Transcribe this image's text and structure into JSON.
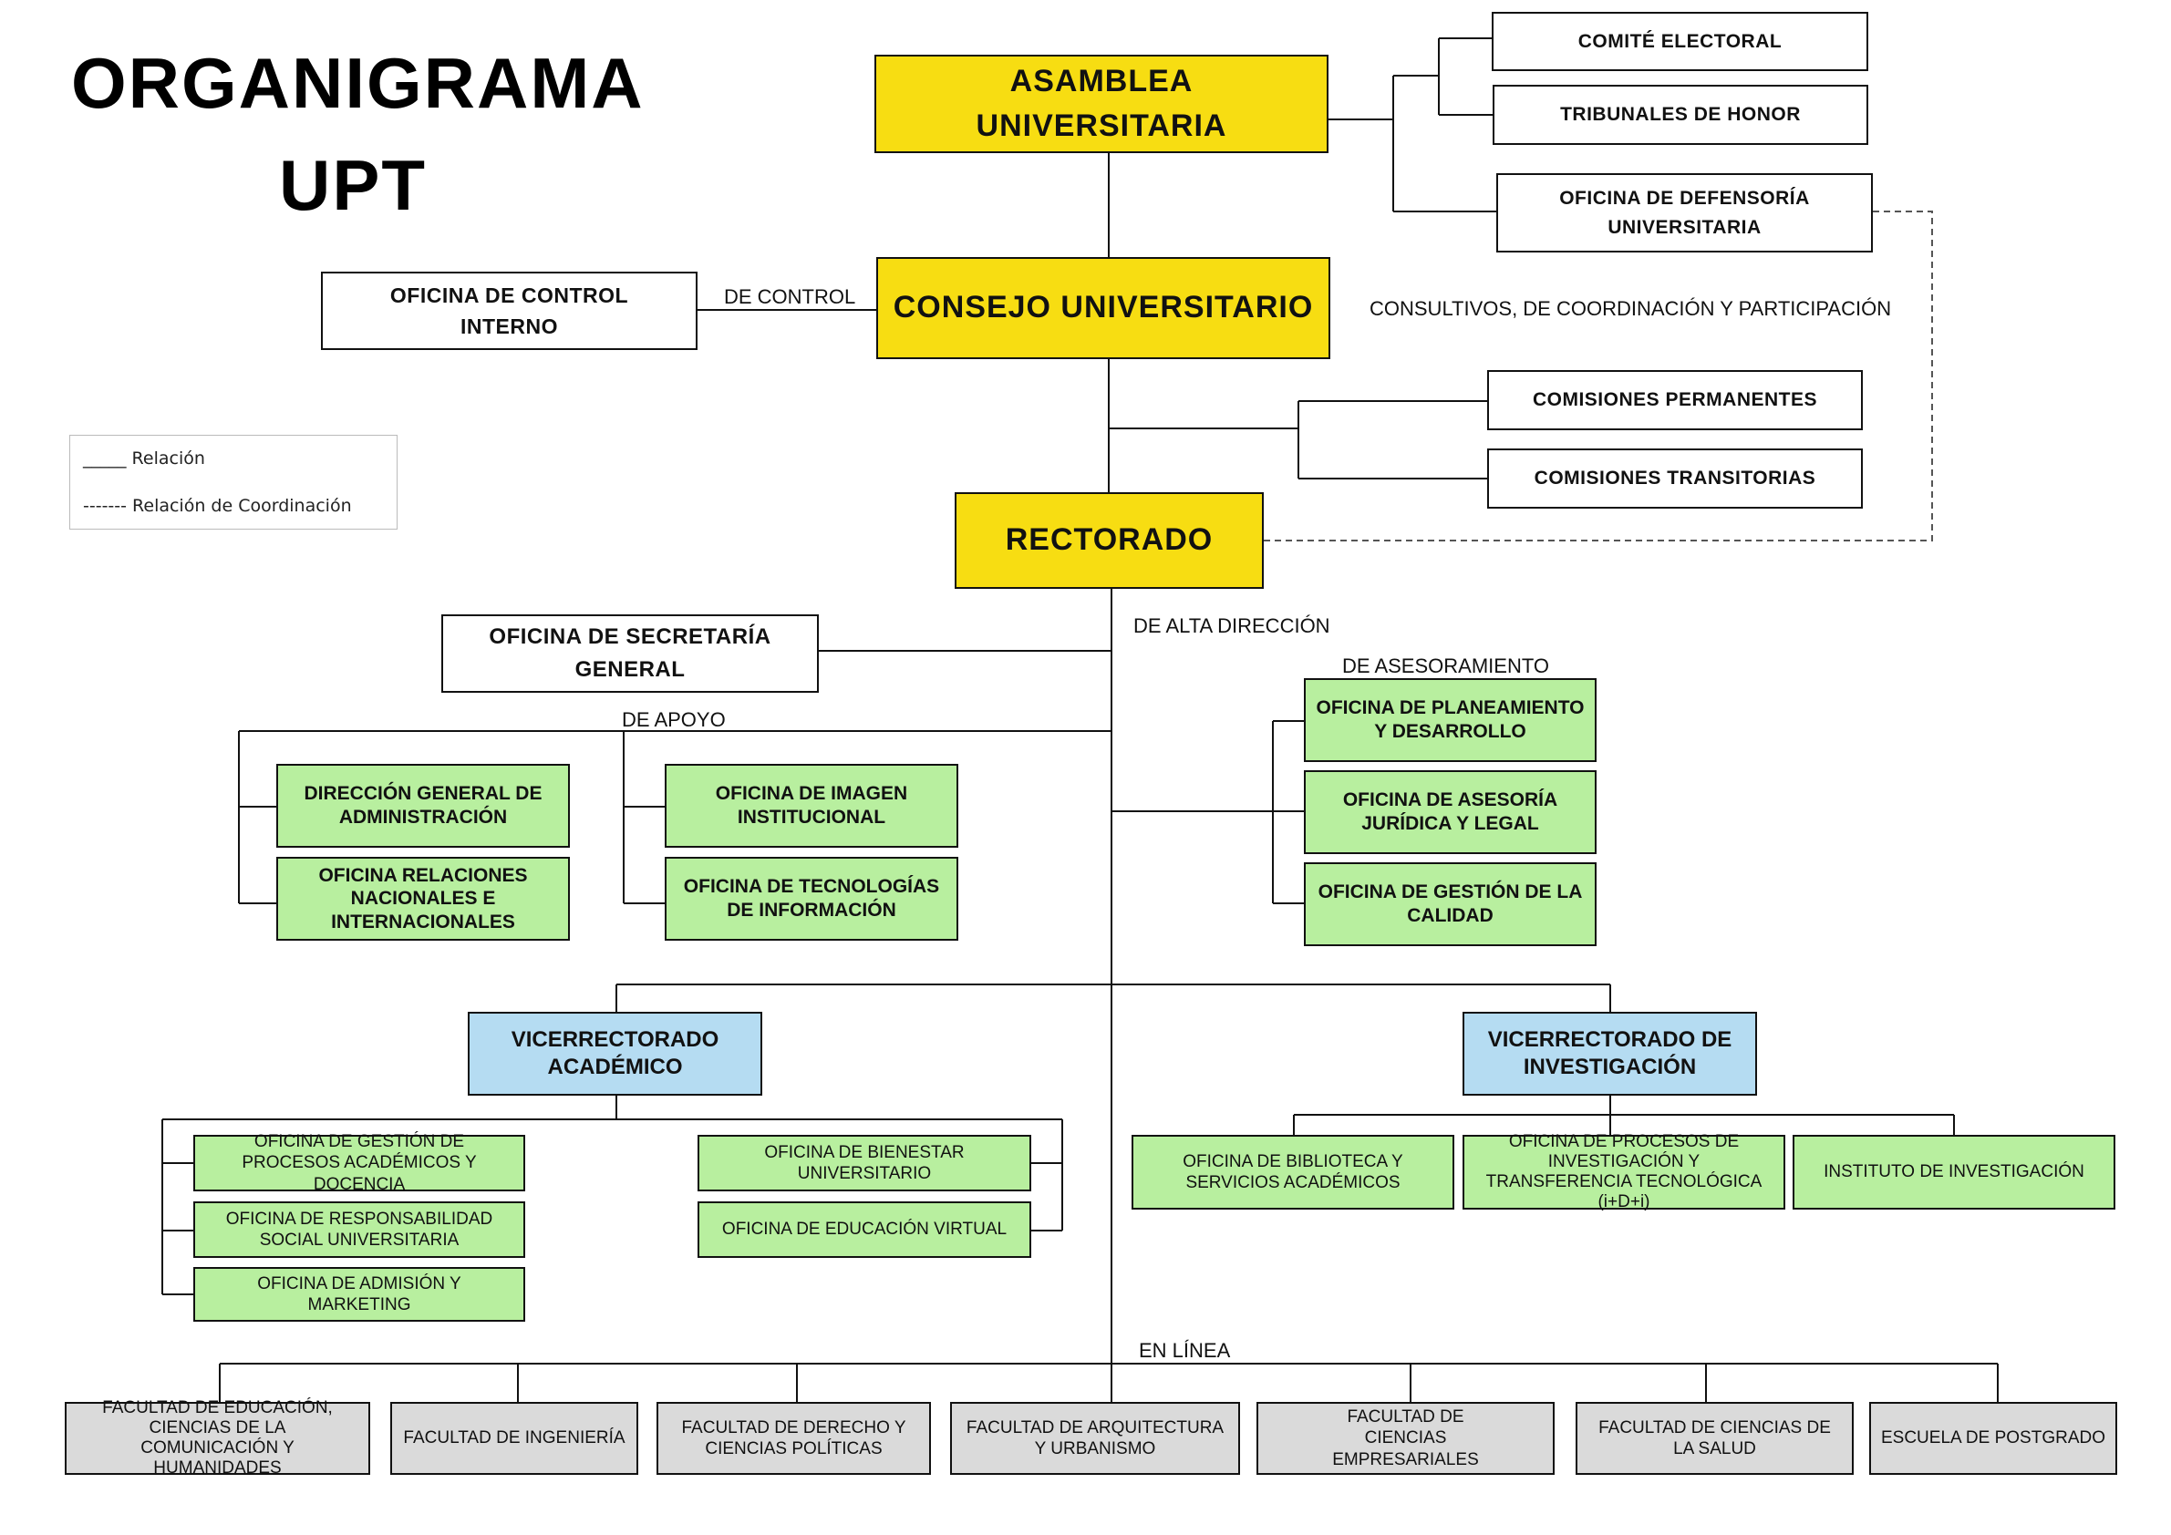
{
  "title": {
    "line1": "ORGANIGRAMA",
    "line2": "UPT"
  },
  "legend": {
    "relation": "_____ Relación",
    "coordination": "------- Relación de Coordinación"
  },
  "labels": {
    "control": "DE CONTROL",
    "consultivos": "CONSULTIVOS, DE COORDINACIÓN Y PARTICIPACIÓN",
    "alta_direccion": "DE ALTA DIRECCIÓN",
    "asesoramiento": "DE ASESORAMIENTO",
    "apoyo": "DE APOYO",
    "en_linea": "EN LÍNEA"
  },
  "top": {
    "asamblea": "ASAMBLEA UNIVERSITARIA",
    "consejo": "CONSEJO UNIVERSITARIO",
    "rectorado": "RECTORADO"
  },
  "consultivos": {
    "comite": "COMITÉ ELECTORAL",
    "tribunales": "TRIBUNALES DE HONOR",
    "defensoria": "OFICINA DE DEFENSORÍA UNIVERSITARIA",
    "permanentes": "COMISIONES PERMANENTES",
    "transitorias": "COMISIONES TRANSITORIAS"
  },
  "control": {
    "oficina": "OFICINA DE CONTROL INTERNO"
  },
  "alta_direccion": {
    "secretaria": "OFICINA DE SECRETARÍA GENERAL"
  },
  "apoyo": {
    "administracion": "DIRECCIÓN GENERAL DE ADMINISTRACIÓN",
    "relaciones": "OFICINA RELACIONES NACIONALES E INTERNACIONALES",
    "imagen": "OFICINA DE IMAGEN INSTITUCIONAL",
    "tecnologias": "OFICINA DE TECNOLOGÍAS DE INFORMACIÓN"
  },
  "asesoramiento": {
    "planeamiento": "OFICINA DE PLANEAMIENTO Y DESARROLLO",
    "asesoria": "OFICINA DE ASESORÍA JURÍDICA Y LEGAL",
    "calidad": "OFICINA DE GESTIÓN DE LA CALIDAD"
  },
  "vicerrectorados": {
    "academico": "VICERRECTORADO ACADÉMICO",
    "investigacion": "VICERRECTORADO DE INVESTIGACIÓN"
  },
  "academico_offices": {
    "procesos": "OFICINA DE GESTIÓN DE PROCESOS ACADÉMICOS Y DOCENCIA",
    "responsabilidad": "OFICINA DE RESPONSABILIDAD SOCIAL UNIVERSITARIA",
    "admision": "OFICINA DE ADMISIÓN Y MARKETING",
    "bienestar": "OFICINA DE BIENESTAR UNIVERSITARIO",
    "virtual": "OFICINA DE EDUCACIÓN VIRTUAL"
  },
  "investigacion_offices": {
    "biblioteca": "OFICINA DE BIBLIOTECA Y SERVICIOS ACADÉMICOS",
    "procesos_inv": "OFICINA DE PROCESOS DE INVESTIGACIÓN Y TRANSFERENCIA TECNOLÓGICA (i+D+i)",
    "instituto": "INSTITUTO DE INVESTIGACIÓN"
  },
  "facultades": {
    "educacion": "FACULTAD DE EDUCACIÓN, CIENCIAS DE LA COMUNICACIÓN Y HUMANIDADES",
    "ingenieria": "FACULTAD DE INGENIERÍA",
    "derecho": "FACULTAD DE DERECHO Y CIENCIAS POLÍTICAS",
    "arquitectura": "FACULTAD DE ARQUITECTURA Y URBANISMO",
    "empresariales": "FACULTAD DE CIENCIAS EMPRESARIALES",
    "salud": "FACULTAD DE CIENCIAS DE LA SALUD",
    "postgrado": "ESCUELA DE POSTGRADO"
  }
}
